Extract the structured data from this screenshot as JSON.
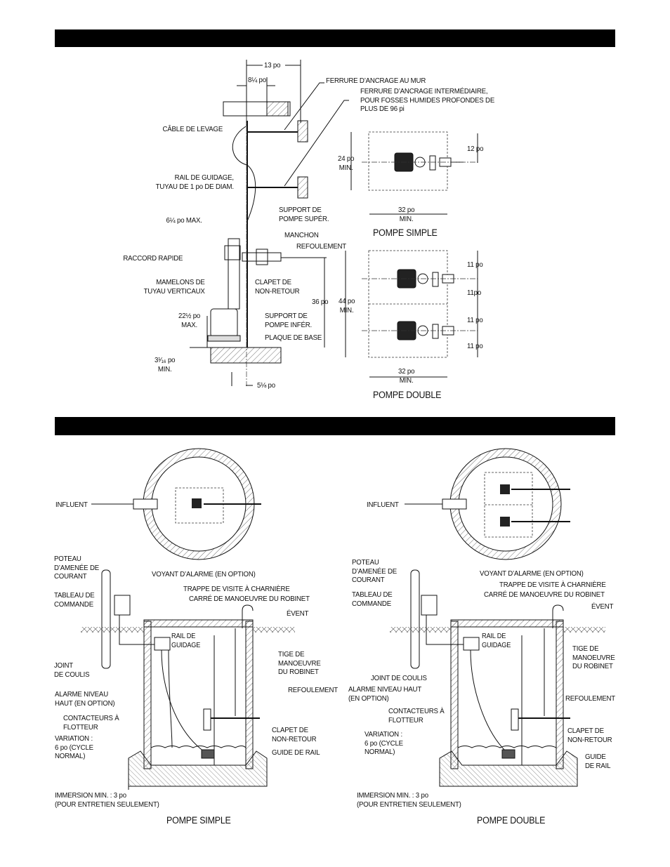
{
  "header_bars": [
    {
      "id": "section-1",
      "text": ""
    },
    {
      "id": "section-2",
      "text": ""
    }
  ],
  "section1": {
    "elevation": {
      "dim_13": "13 po",
      "dim_8_25": "8¼ po",
      "ferrure_mur": "FERRURE D’ANCRAGE AU MUR",
      "ferrure_inter": "FERRURE D’ANCRAGE INTERMÉDIAIRE,\nPOUR FOSSES HUMIDES PROFONDES DE\nPLUS DE 96 pi",
      "cable": "CÂBLE DE LEVAGE",
      "rail": "RAIL DE GUIDAGE,\nTUYAU DE 1 po DE DIAM.",
      "dim_6_25": "6¼ po MAX.",
      "support_sup": "SUPPORT DE\nPOMPE SUPÉR.",
      "manchon": "MANCHON",
      "refoulement": "REFOULEMENT",
      "raccord": "RACCORD RAPIDE",
      "mamelons": "MAMELONS DE\nTUYAU VERTICAUX",
      "clapet": "CLAPET DE\nNON-RETOUR",
      "dim_36": "36 po",
      "dim_22_5": "22½ po\nMAX.",
      "support_inf": "SUPPORT DE\nPOMPE INFÉR.",
      "plaque": "PLAQUE DE BASE",
      "dim_3_1_16": "3¹⁄₁₆ po\nMIN.",
      "dim_5_125": "5⅛ po"
    },
    "plan_simple": {
      "dim_24": "24 po\nMIN.",
      "dim_12": "12 po",
      "dim_32": "32 po\nMIN.",
      "caption": "POMPE SIMPLE"
    },
    "plan_double": {
      "dim_44": "44 po\nMIN.",
      "dim_11a": "11 po",
      "dim_11b": "11po",
      "dim_11c": "11 po",
      "dim_11d": "11 po",
      "dim_32": "32 po\nMIN.",
      "caption": "POMPE DOUBLE"
    }
  },
  "section2": {
    "simple": {
      "influent": "INFLUENT",
      "poteau": "POTEAU\nD’AMENÉE DE\nCOURANT",
      "voyant": "VOYANT D’ALARME (EN OPTION)",
      "trappe": "TRAPPE DE VISITE À CHARNIÈRE",
      "carre": "CARRÉ DE MANOEUVRE DU ROBINET",
      "tableau": "TABLEAU DE\nCOMMANDE",
      "event": "ÉVENT",
      "rail": "RAIL DE\nGUIDAGE",
      "tige": "TIGE DE\nMANOEUVRE\nDU ROBINET",
      "joint": "JOINT\nDE COULIS",
      "refoulement": "REFOULEMENT",
      "alarme": "ALARME NIVEAU\nHAUT (EN OPTION)",
      "contacteurs": "CONTACTEURS À\nFLOTTEUR",
      "clapet": "CLAPET DE\nNON-RETOUR",
      "variation": "VARIATION :\n6 po (CYCLE\nNORMAL)",
      "guide": "GUIDE DE RAIL",
      "immersion": "IMMERSION MIN. : 3 po\n(POUR ENTRETIEN SEULEMENT)",
      "caption": "POMPE SIMPLE"
    },
    "double": {
      "influent": "INFLUENT",
      "poteau": "POTEAU\nD’AMENÉE DE\nCOURANT",
      "voyant": "VOYANT D’ALARME (EN OPTION)",
      "trappe": "TRAPPE DE VISITE À CHARNIÈRE",
      "carre": "CARRÉ DE MANOEUVRE DU ROBINET",
      "tableau": "TABLEAU DE\nCOMMANDE",
      "event": "ÉVENT",
      "rail": "RAIL DE\nGUIDAGE",
      "tige": "TIGE DE\nMANOEUVRE\nDU ROBINET",
      "joint": "JOINT DE COULIS",
      "alarme": "ALARME NIVEAU HAUT\n(EN OPTION)",
      "refoulement": "REFOULEMENT",
      "contacteurs": "CONTACTEURS À\nFLOTTEUR",
      "clapet": "CLAPET DE\nNON-RETOUR",
      "variation": "VARIATION :\n6 po (CYCLE\nNORMAL)",
      "guide": "GUIDE\nDE RAIL",
      "immersion": "IMMERSION MIN. : 3 po\n(POUR ENTRETIEN SEULEMENT)",
      "caption": "POMPE DOUBLE"
    }
  }
}
